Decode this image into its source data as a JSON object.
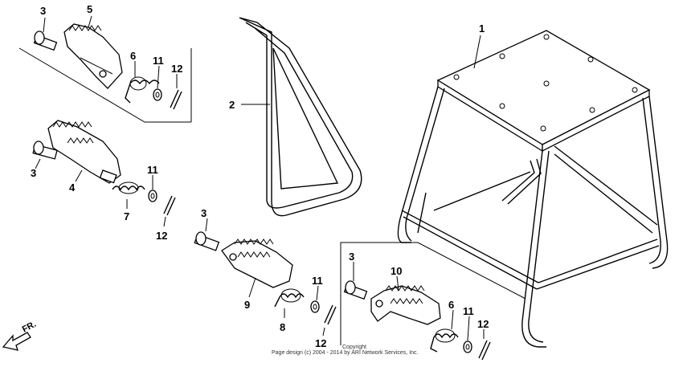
{
  "callouts": {
    "c1": "1",
    "c2": "2",
    "c3a": "3",
    "c5": "5",
    "c6a": "6",
    "c11a": "11",
    "c12a": "12",
    "c3b": "3",
    "c4": "4",
    "c11b": "11",
    "c7": "7",
    "c12b": "12",
    "c3c": "3",
    "c9": "9",
    "c11c": "11",
    "c8": "8",
    "c12c": "12",
    "c3d": "3",
    "c10": "10",
    "c6b": "6",
    "c11d": "11",
    "c12d": "12"
  },
  "direction_label": "FR.",
  "copyright": {
    "line1": "Copyright",
    "line2": "Page design (c) 2004 - 2014 by ARI Network Services, Inc."
  }
}
